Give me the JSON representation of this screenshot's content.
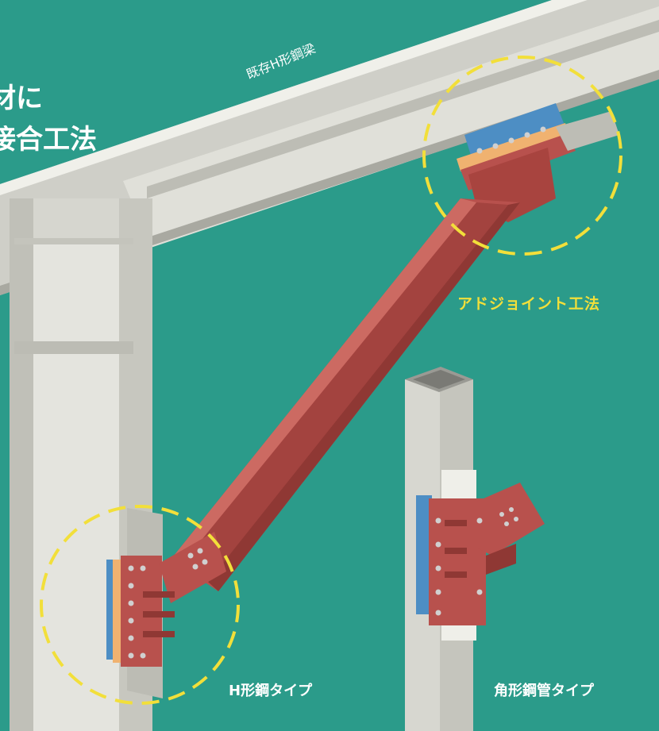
{
  "heading": {
    "line1": "材に",
    "line2": "接合工法"
  },
  "labels": {
    "existing_beam": "既存H形鋼梁",
    "adjoint_method": "アドジョイント工法",
    "h_type": "H形鋼タイプ",
    "box_type": "角形鋼管タイプ"
  },
  "colors": {
    "background": "#2b9b8a",
    "steel_gray": "#d9d9d3",
    "brace_red": "#b8514d",
    "highlight_yellow": "#f2df3a",
    "shim_orange": "#f0b270",
    "plate_blue": "#4d8ec4"
  }
}
